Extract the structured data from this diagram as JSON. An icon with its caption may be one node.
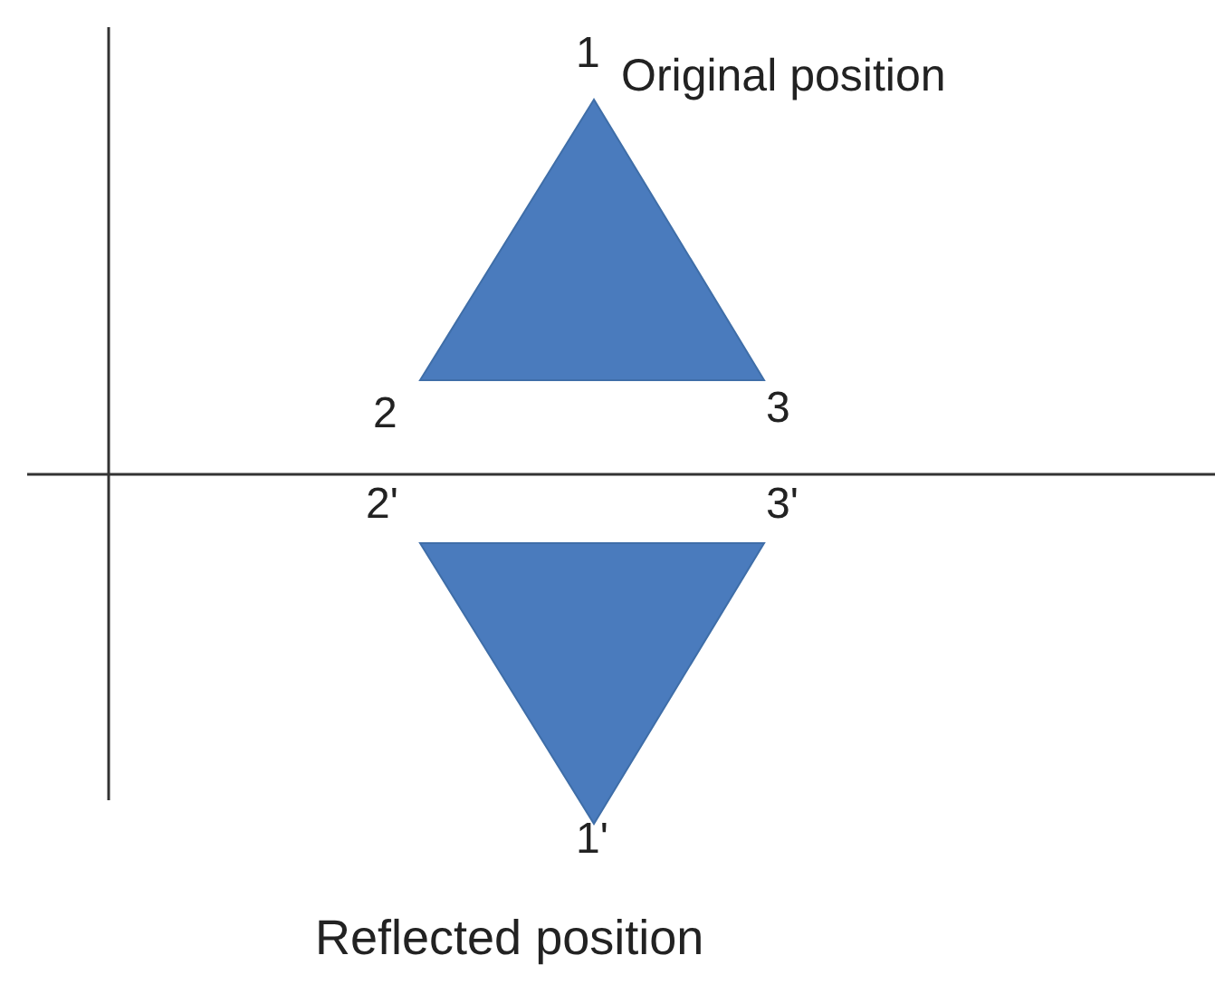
{
  "diagram": {
    "nodes": [
      {
        "text": [],
        "shape": "triangle"
      },
      {
        "text": [],
        "shape": "triangle"
      }
    ],
    "labels": [
      "1",
      "Original position",
      "2",
      "3",
      "2'",
      "3'",
      "1'",
      "Reflected position"
    ]
  }
}
